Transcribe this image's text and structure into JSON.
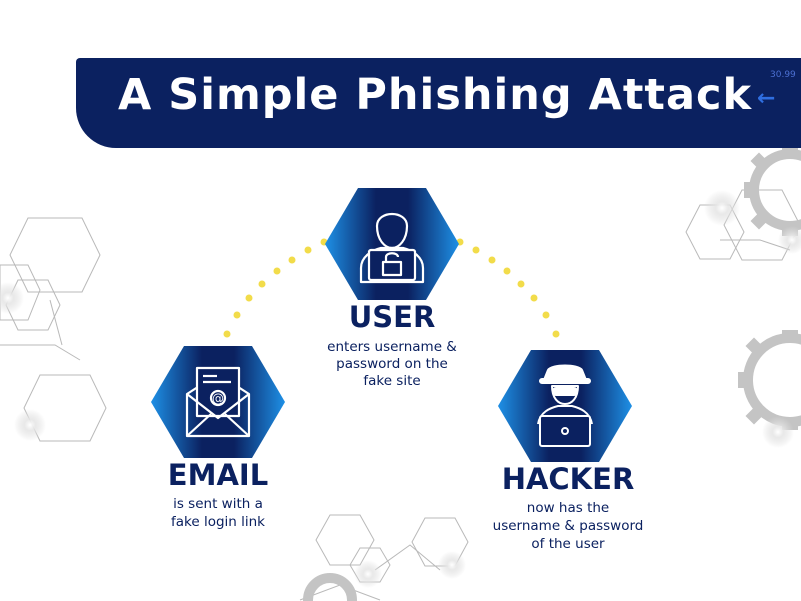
{
  "banner": {
    "title": "A Simple Phishing Attack",
    "corner_number": "30.99"
  },
  "nodes": {
    "user": {
      "title": "USER",
      "desc_line1": "enters username &",
      "desc_line2": "password on the",
      "desc_line3": "fake site",
      "icon": "user-laptop-lock-icon"
    },
    "email": {
      "title": "EMAIL",
      "desc_line1": "is sent with a",
      "desc_line2": "fake login link",
      "icon": "email-envelope-icon"
    },
    "hacker": {
      "title": "HACKER",
      "desc_line1": "now has the",
      "desc_line2": "username & password",
      "desc_line3": "of the user",
      "icon": "hacker-icon"
    }
  },
  "colors": {
    "navy": "#0b2160",
    "accent_blue": "#1e90e6",
    "dot_yellow": "#f2dc4a",
    "deco_gray": "#b8b8b8"
  }
}
